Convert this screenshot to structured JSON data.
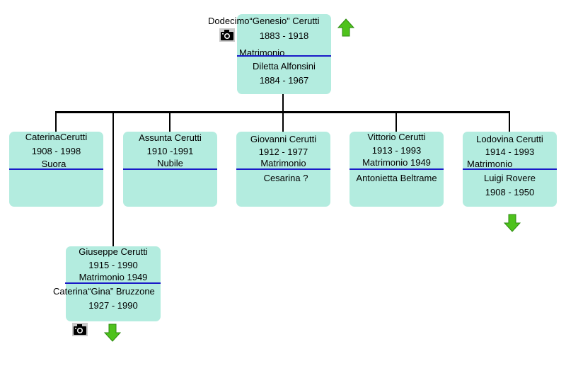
{
  "root": {
    "name": "Dodecimo“Genesio” Cerutti",
    "years": "1883 - 1918",
    "marriage_label": "Matrimonio",
    "spouse": "Diletta Alfonsini",
    "spouse_years": "1884 - 1967"
  },
  "children": [
    {
      "name": "CaterinaCerutti",
      "years": "1908 - 1998",
      "note": "Suora"
    },
    {
      "name": "Assunta Cerutti",
      "years": "1910 -1991",
      "note": "Nubile"
    },
    {
      "name": "Giovanni Cerutti",
      "years": "1912 - 1977",
      "marriage": "Matrimonio",
      "spouse": "Cesarina ?"
    },
    {
      "name": "Vittorio Cerutti",
      "years": "1913 - 1993",
      "marriage": "Matrimonio 1949",
      "spouse": "Antonietta Beltrame"
    },
    {
      "name": "Lodovina Cerutti",
      "years": "1914 - 1993",
      "marriage": "Matrimonio",
      "spouse": "Luigi Rovere",
      "spouse_years": "1908 - 1950"
    },
    {
      "name": "Giuseppe Cerutti",
      "years": "1915 - 1990",
      "marriage": "Matrimonio 1949",
      "spouse": "Caterina“Gina” Bruzzone",
      "spouse_years": "1927 - 1990"
    }
  ],
  "icons": {
    "photo": "camera-icon",
    "up": "arrow-up-icon",
    "down": "arrow-down-icon",
    "arrow_color": "#4ec21c",
    "card_color": "#b3ecdf",
    "divider_color": "#1a1ac8"
  }
}
